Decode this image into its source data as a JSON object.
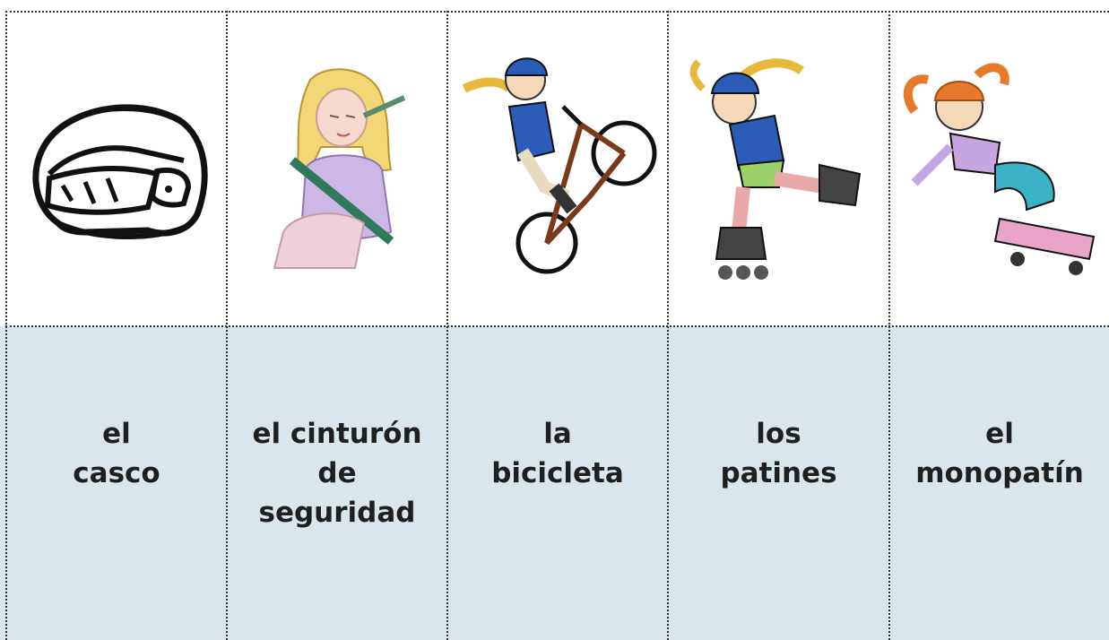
{
  "cards": [
    {
      "label": "el\ncasco",
      "icon": "helmet-icon"
    },
    {
      "label": "el cinturón\nde\nseguridad",
      "icon": "seat-belt-girl-icon"
    },
    {
      "label": "la\nbicicleta",
      "icon": "bicycle-girl-icon"
    },
    {
      "label": "los\npatines",
      "icon": "roller-skates-girl-icon"
    },
    {
      "label": "el\nmonopatín",
      "icon": "skateboard-girl-icon"
    }
  ],
  "colors": {
    "label_background": "#dbe6ec",
    "picture_background": "#ffffff",
    "text": "#1f1f1f",
    "dotted_border": "#333333"
  }
}
